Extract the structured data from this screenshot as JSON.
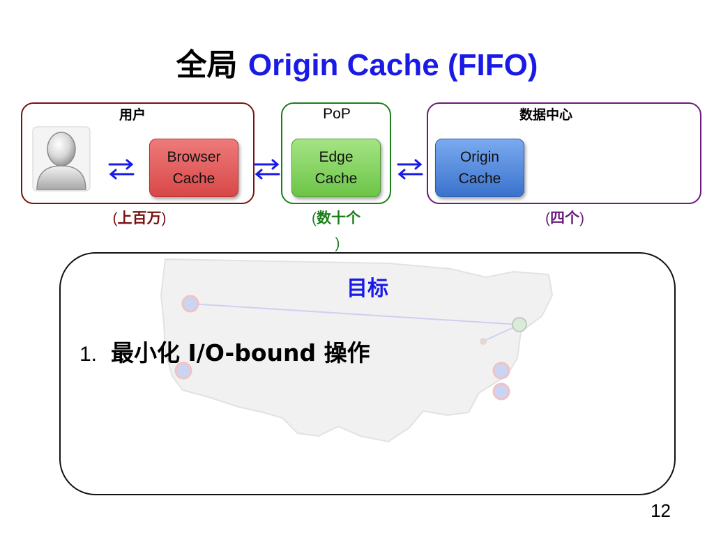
{
  "slide": {
    "title_cn": "全局",
    "title_en": "Origin Cache (FIFO)",
    "page_number": "12"
  },
  "groups": {
    "user": {
      "label": "用户",
      "count_open": "(",
      "count_text": "上百万",
      "count_close": ")",
      "color": "#7a1010"
    },
    "pop": {
      "label": "PoP",
      "count_open": "(",
      "count_text": "数十个",
      "count_close": ")",
      "color": "#1a7f1a"
    },
    "datacenter": {
      "label": "数据中心",
      "count_open": "(",
      "count_text": "四个",
      "count_close": ")",
      "color": "#6a1a7a"
    }
  },
  "caches": {
    "browser": {
      "line1": "Browser",
      "line2": "Cache",
      "color": "#e05555"
    },
    "edge": {
      "line1": "Edge",
      "line2": "Cache",
      "color": "#7fd357"
    },
    "origin": {
      "line1": "Origin",
      "line2": "Cache",
      "color": "#4a86d8"
    }
  },
  "icons": {
    "user": "user-avatar-icon",
    "bidirectional_arrow": "bidirectional-arrow-icon",
    "background_map": "us-map-icon"
  },
  "goal": {
    "title": "目标",
    "item_number": "1.",
    "item_text": "最小化 I/O-bound 操作"
  },
  "colors": {
    "accent_blue": "#1a1ae6",
    "arrow_blue": "#1a1ae6"
  }
}
